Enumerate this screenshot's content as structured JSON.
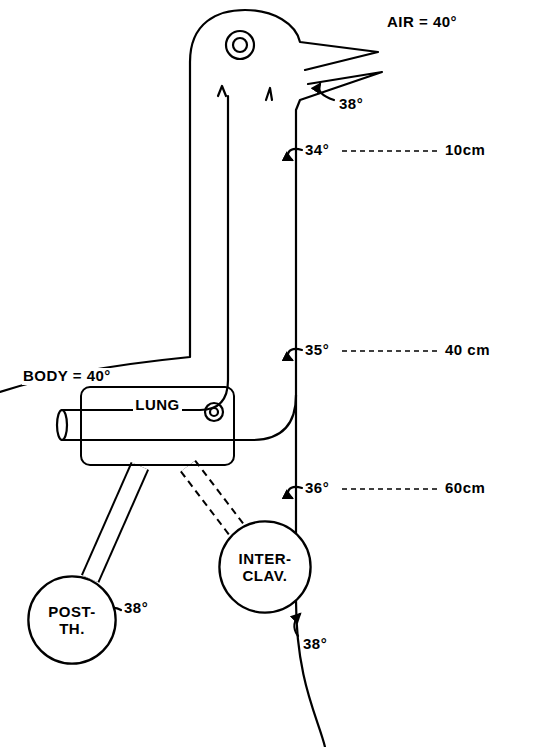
{
  "diagram": {
    "nodes": [
      {
        "text": [
          "LUNG"
        ]
      },
      {
        "text": [
          "POST- TH."
        ]
      },
      {
        "text": [
          "INTER- CLAV."
        ]
      }
    ],
    "edges": [
      {
        "from": 0,
        "to": 1,
        "arrow": "none"
      },
      {
        "from": 0,
        "to": 2,
        "arrow": "none"
      }
    ],
    "labels": [
      "AIR = 40°",
      "38°",
      "34°",
      "10cm",
      "35°",
      "40 cm",
      "36°",
      "60cm",
      "BODY = 40°",
      "38°",
      "38°"
    ]
  }
}
